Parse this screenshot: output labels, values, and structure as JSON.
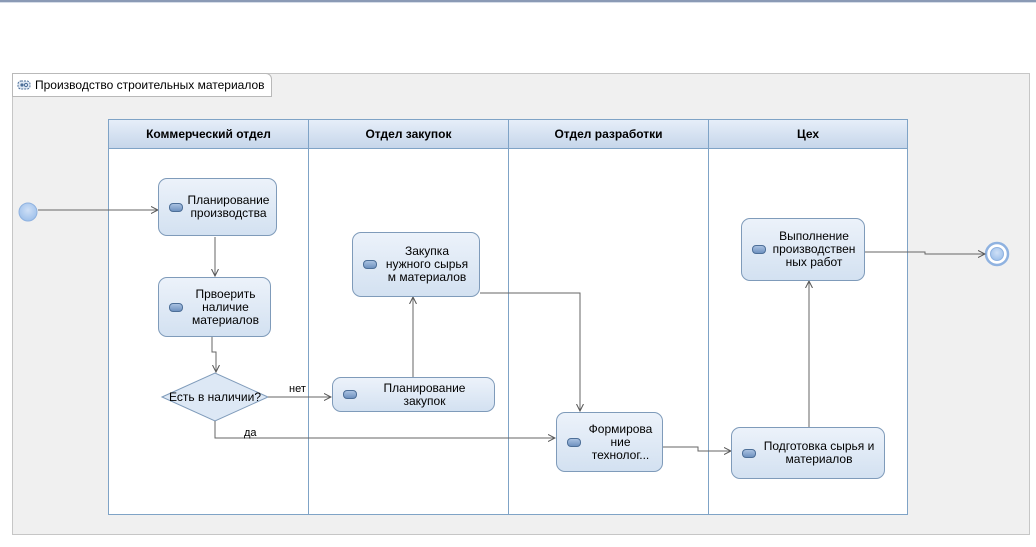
{
  "diagram": {
    "title": "Производство строительных материалов",
    "lanes": [
      {
        "id": "commercial",
        "title": "Коммерческий отдел"
      },
      {
        "id": "purchasing",
        "title": "Отдел закупок"
      },
      {
        "id": "development",
        "title": "Отдел разработки"
      },
      {
        "id": "workshop",
        "title": "Цех"
      }
    ],
    "nodes": {
      "plan_production": {
        "label": "Планирование производства"
      },
      "check_materials": {
        "label": "Првоерить наличие материалов"
      },
      "decision": {
        "label": "Есть в наличии?"
      },
      "plan_purchases": {
        "label": "Планирование закупок"
      },
      "buy_materials": {
        "label": "Закупка нужного сырья м материалов"
      },
      "form_tech": {
        "label": "Формирова ние технолог..."
      },
      "prepare_materials": {
        "label": "Подготовка сырья и материалов"
      },
      "production_work": {
        "label": "Выполнение производствен ных работ"
      }
    },
    "edge_labels": {
      "no": "нет",
      "yes": "да"
    }
  }
}
